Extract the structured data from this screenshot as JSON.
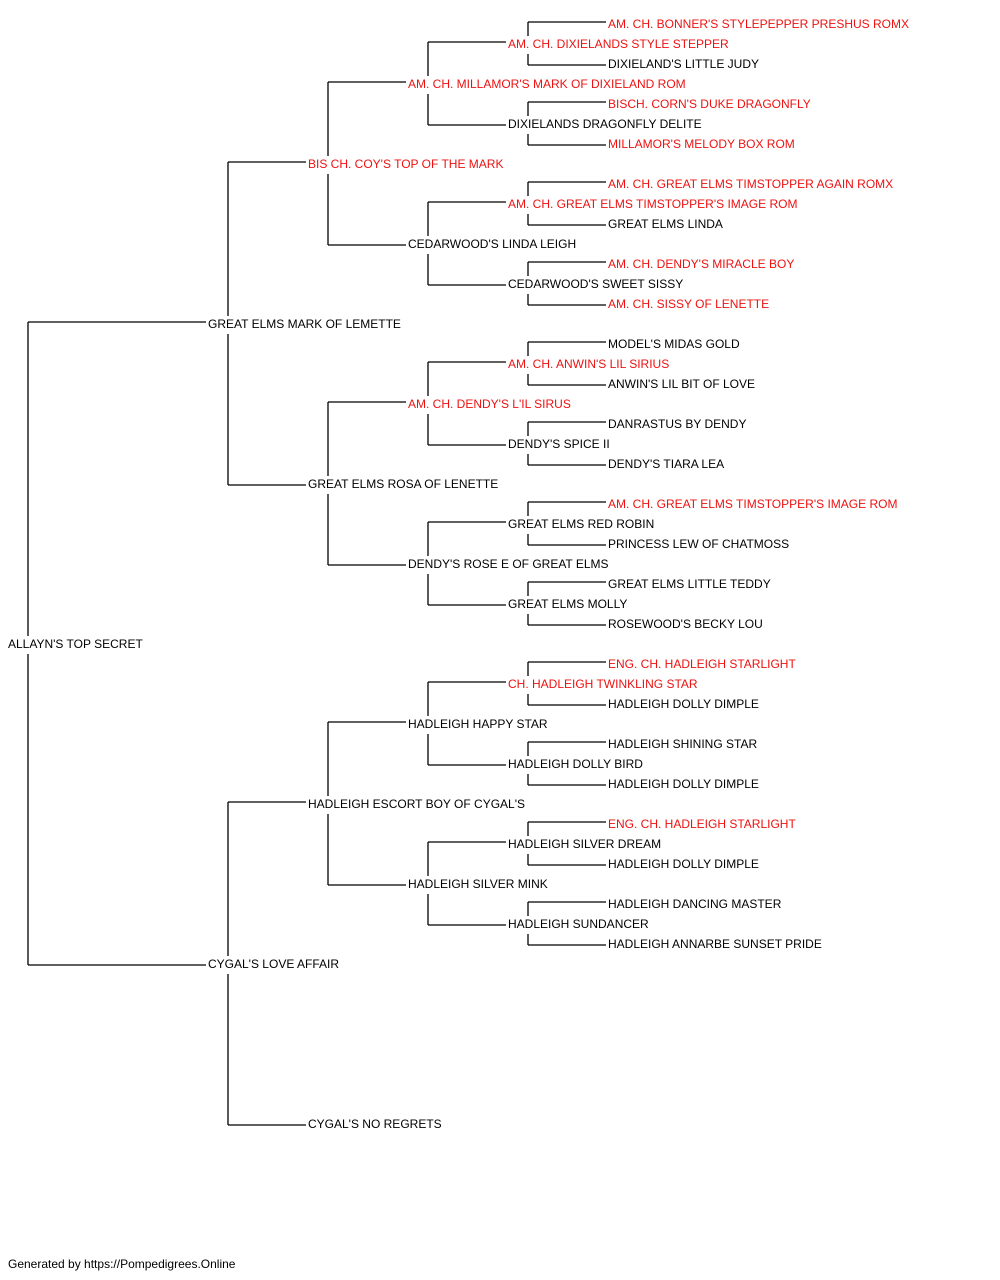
{
  "colors": {
    "champion": "#ee1111",
    "normal": "#000000",
    "line": "#000000"
  },
  "footer": "Generated by https://Pompedigrees.Online",
  "pedigree": {
    "name": "ALLAYN'S TOP SECRET",
    "champion": false,
    "sire": {
      "name": "GREAT ELMS MARK OF LEMETTE",
      "champion": false,
      "sire": {
        "name": "BIS CH. COY'S TOP OF THE MARK",
        "champion": true,
        "sire": {
          "name": "AM. CH. MILLAMOR'S MARK OF DIXIELAND ROM",
          "champion": true,
          "sire": {
            "name": "AM. CH. DIXIELANDS STYLE STEPPER",
            "champion": true,
            "sire": {
              "name": "AM. CH. BONNER'S STYLEPEPPER PRESHUS ROMX",
              "champion": true
            },
            "dam": {
              "name": "DIXIELAND'S LITTLE JUDY",
              "champion": false
            }
          },
          "dam": {
            "name": "DIXIELANDS DRAGONFLY DELITE",
            "champion": false,
            "sire": {
              "name": "BISCH. CORN'S DUKE DRAGONFLY",
              "champion": true
            },
            "dam": {
              "name": "MILLAMOR'S MELODY BOX ROM",
              "champion": true
            }
          }
        },
        "dam": {
          "name": "CEDARWOOD'S LINDA LEIGH",
          "champion": false,
          "sire": {
            "name": "AM. CH. GREAT ELMS TIMSTOPPER'S IMAGE ROM",
            "champion": true,
            "sire": {
              "name": "AM. CH. GREAT ELMS TIMSTOPPER AGAIN ROMX",
              "champion": true
            },
            "dam": {
              "name": "GREAT ELMS LINDA",
              "champion": false
            }
          },
          "dam": {
            "name": "CEDARWOOD'S SWEET SISSY",
            "champion": false,
            "sire": {
              "name": "AM. CH. DENDY'S MIRACLE BOY",
              "champion": true
            },
            "dam": {
              "name": "AM. CH. SISSY OF LENETTE",
              "champion": true
            }
          }
        }
      },
      "dam": {
        "name": "GREAT ELMS ROSA OF LENETTE",
        "champion": false,
        "sire": {
          "name": "AM. CH. DENDY'S L'IL SIRUS",
          "champion": true,
          "sire": {
            "name": "AM. CH. ANWIN'S LIL SIRIUS",
            "champion": true,
            "sire": {
              "name": "MODEL'S MIDAS GOLD",
              "champion": false
            },
            "dam": {
              "name": "ANWIN'S LIL BIT OF LOVE",
              "champion": false
            }
          },
          "dam": {
            "name": "DENDY'S SPICE II",
            "champion": false,
            "sire": {
              "name": "DANRASTUS BY DENDY",
              "champion": false
            },
            "dam": {
              "name": "DENDY'S TIARA LEA",
              "champion": false
            }
          }
        },
        "dam": {
          "name": "DENDY'S ROSE E OF GREAT ELMS",
          "champion": false,
          "sire": {
            "name": "GREAT ELMS RED ROBIN",
            "champion": false,
            "sire": {
              "name": "AM. CH. GREAT ELMS TIMSTOPPER'S IMAGE ROM",
              "champion": true
            },
            "dam": {
              "name": "PRINCESS LEW OF CHATMOSS",
              "champion": false
            }
          },
          "dam": {
            "name": "GREAT ELMS MOLLY",
            "champion": false,
            "sire": {
              "name": "GREAT ELMS LITTLE TEDDY",
              "champion": false
            },
            "dam": {
              "name": "ROSEWOOD'S BECKY LOU",
              "champion": false
            }
          }
        }
      }
    },
    "dam": {
      "name": "CYGAL'S LOVE AFFAIR",
      "champion": false,
      "sire": {
        "name": "HADLEIGH ESCORT BOY OF CYGAL'S",
        "champion": false,
        "sire": {
          "name": "HADLEIGH HAPPY STAR",
          "champion": false,
          "sire": {
            "name": "CH. HADLEIGH TWINKLING STAR",
            "champion": true,
            "sire": {
              "name": "ENG. CH. HADLEIGH STARLIGHT",
              "champion": true
            },
            "dam": {
              "name": "HADLEIGH DOLLY DIMPLE",
              "champion": false
            }
          },
          "dam": {
            "name": "HADLEIGH DOLLY BIRD",
            "champion": false,
            "sire": {
              "name": "HADLEIGH SHINING STAR",
              "champion": false
            },
            "dam": {
              "name": "HADLEIGH DOLLY DIMPLE",
              "champion": false
            }
          }
        },
        "dam": {
          "name": "HADLEIGH SILVER MINK",
          "champion": false,
          "sire": {
            "name": "HADLEIGH SILVER DREAM",
            "champion": false,
            "sire": {
              "name": "ENG. CH. HADLEIGH STARLIGHT",
              "champion": true
            },
            "dam": {
              "name": "HADLEIGH DOLLY DIMPLE",
              "champion": false
            }
          },
          "dam": {
            "name": "HADLEIGH SUNDANCER",
            "champion": false,
            "sire": {
              "name": "HADLEIGH DANCING MASTER",
              "champion": false
            },
            "dam": {
              "name": "HADLEIGH ANNARBE SUNSET PRIDE",
              "champion": false
            }
          }
        }
      },
      "dam": {
        "name": "CYGAL'S NO REGRETS",
        "champion": false
      }
    }
  }
}
